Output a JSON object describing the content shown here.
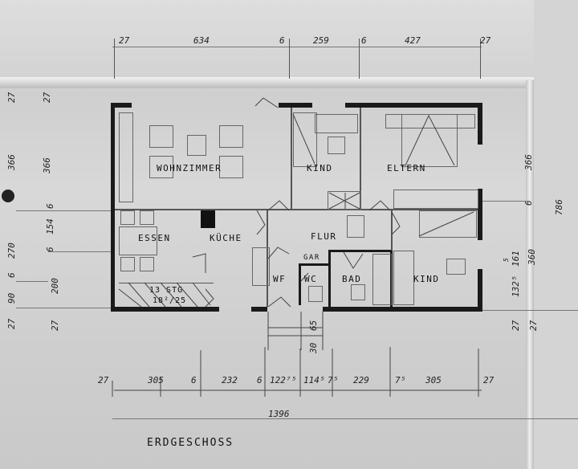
{
  "plan": {
    "title": "ERDGESCHOSS",
    "total_width": "1396",
    "rooms": {
      "wohnzimmer": "WOHNZIMMER",
      "kind_top": "KIND",
      "eltern": "ELTERN",
      "essen": "ESSEN",
      "kueche": "KÜCHE",
      "flur": "FLUR",
      "gar": "GAR",
      "wf": "WF",
      "wc": "WC",
      "bad": "BAD",
      "kind_bottom": "KIND",
      "stairs_line1": "13 STG",
      "stairs_line2": "18²/25"
    },
    "top_dims": [
      "27",
      "634",
      "6",
      "259",
      "6",
      "427",
      "27"
    ],
    "bottom_dims": [
      "27",
      "305",
      "6",
      "232",
      "6",
      "122⁷⁵",
      "114⁵",
      "7⁵",
      "229",
      "7⁵",
      "305",
      "27"
    ],
    "entrance_dims": [
      "65",
      "30"
    ],
    "left_outer_dims": [
      "27",
      "366",
      "270",
      "6",
      "90",
      "27"
    ],
    "left_inner_dims": [
      "27",
      "366",
      "6",
      "154",
      "6",
      "200",
      "27"
    ],
    "right_inner_dims": [
      "366",
      "6",
      "360",
      "27"
    ],
    "right_detail_dims": [
      "161",
      "5",
      "132⁵",
      "27"
    ],
    "right_total": "786"
  }
}
